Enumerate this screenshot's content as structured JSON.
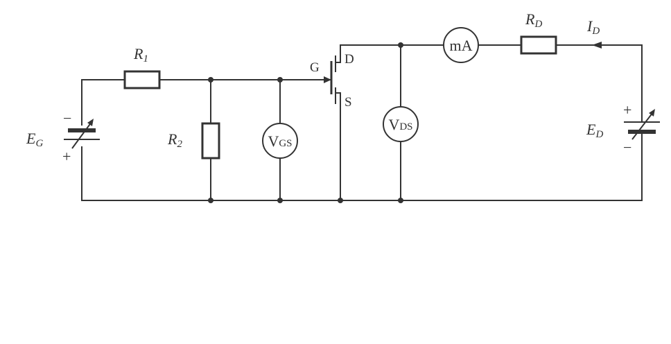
{
  "labels": {
    "r1": {
      "main": "R",
      "sub": "1"
    },
    "r2": {
      "main": "R",
      "sub": "2"
    },
    "rd": {
      "main": "R",
      "sub": "D"
    },
    "eg": {
      "main": "E",
      "sub": "G"
    },
    "ed": {
      "main": "E",
      "sub": "D"
    },
    "id": {
      "main": "I",
      "sub": "D"
    }
  },
  "meters": {
    "vgs": {
      "main": "V",
      "sub": "GS"
    },
    "vds": {
      "main": "V",
      "sub": "DS"
    },
    "ma": {
      "text": "mA"
    }
  },
  "transistor": {
    "gate": "G",
    "drain": "D",
    "source": "S"
  },
  "polarity": {
    "plus": "+",
    "minus": "−"
  },
  "colors": {
    "line": "#333333",
    "background": "#ffffff"
  }
}
